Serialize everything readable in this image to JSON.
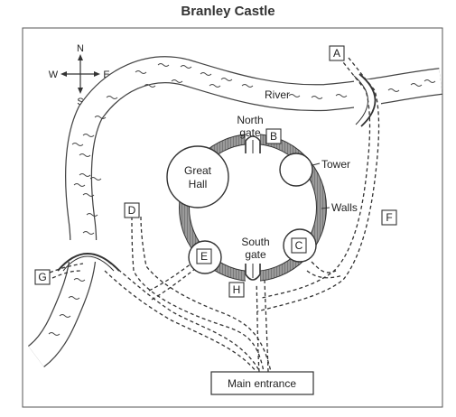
{
  "title": "Branley Castle",
  "compass": {
    "n": "N",
    "s": "S",
    "e": "E",
    "w": "W"
  },
  "labels": {
    "river": "River",
    "north_gate": [
      "North",
      "gate"
    ],
    "tower": "Tower",
    "great_hall": [
      "Great",
      "Hall"
    ],
    "walls": "Walls",
    "south_gate": [
      "South",
      "gate"
    ],
    "main_entrance": "Main entrance"
  },
  "markers": [
    "A",
    "B",
    "C",
    "D",
    "E",
    "F",
    "G",
    "H"
  ],
  "colors": {
    "wall": "#777777",
    "line": "#333333"
  }
}
